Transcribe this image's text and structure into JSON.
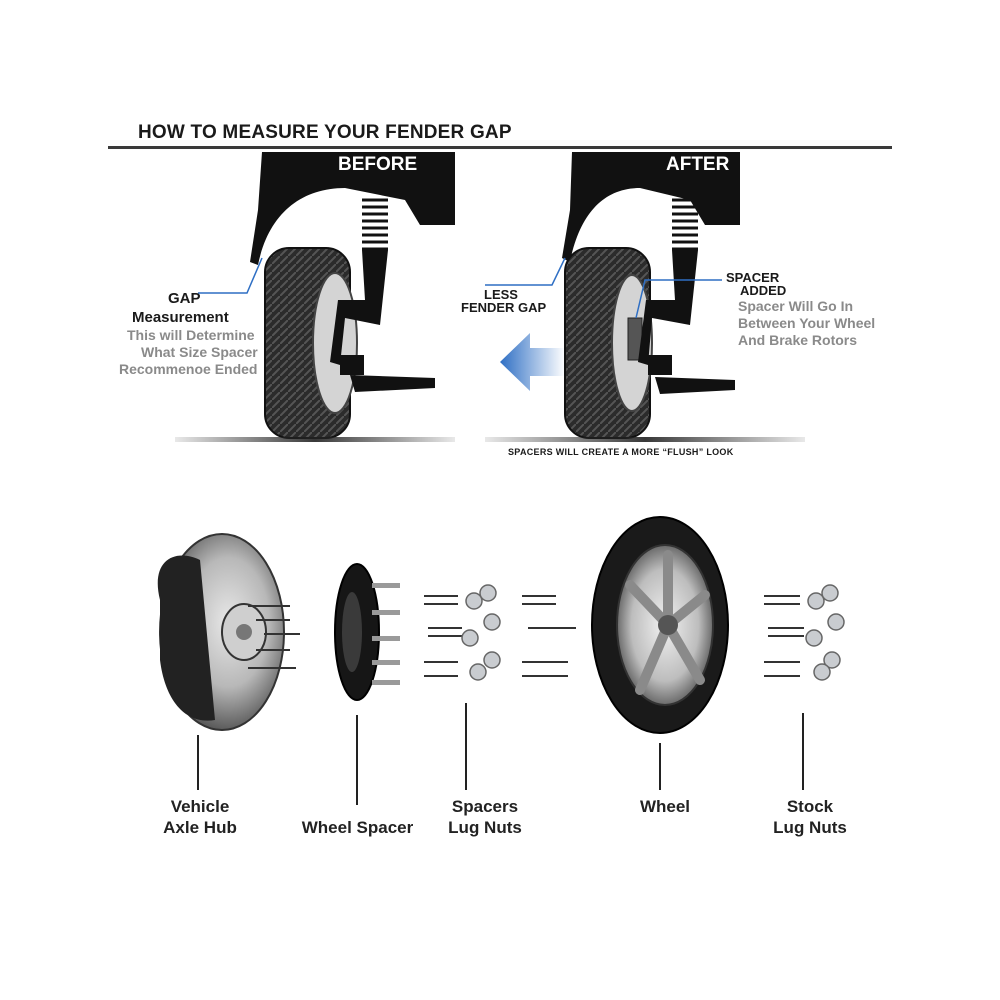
{
  "header": {
    "title": "HOW TO MEASURE YOUR FENDER GAP"
  },
  "before": {
    "label": "BEFORE",
    "gap_title_1": "GAP",
    "gap_title_2": "Measurement",
    "gap_desc_1": "This will Determine",
    "gap_desc_2": "What Size Spacer",
    "gap_desc_3": "Recommenoe Ended"
  },
  "after": {
    "label": "AFTER",
    "less_1": "LESS",
    "less_2": "FENDER GAP",
    "spacer_1": "SPACER",
    "spacer_2": "ADDED",
    "spacer_desc_1": "Spacer Will Go In",
    "spacer_desc_2": "Between Your Wheel",
    "spacer_desc_3": "And Brake Rotors",
    "flush_note": "SPACERS WILL CREATE A MORE “FLUSH” LOOK"
  },
  "components": [
    {
      "line1": "Vehicle",
      "line2": "Axle Hub"
    },
    {
      "line1": "Wheel Spacer",
      "line2": ""
    },
    {
      "line1": "Spacers",
      "line2": "Lug Nuts"
    },
    {
      "line1": "Wheel",
      "line2": ""
    },
    {
      "line1": "Stock",
      "line2": "Lug Nuts"
    }
  ],
  "colors": {
    "arrow": "#2f6fc4",
    "ink": "#111111",
    "grey_text": "#8a8a8a"
  }
}
